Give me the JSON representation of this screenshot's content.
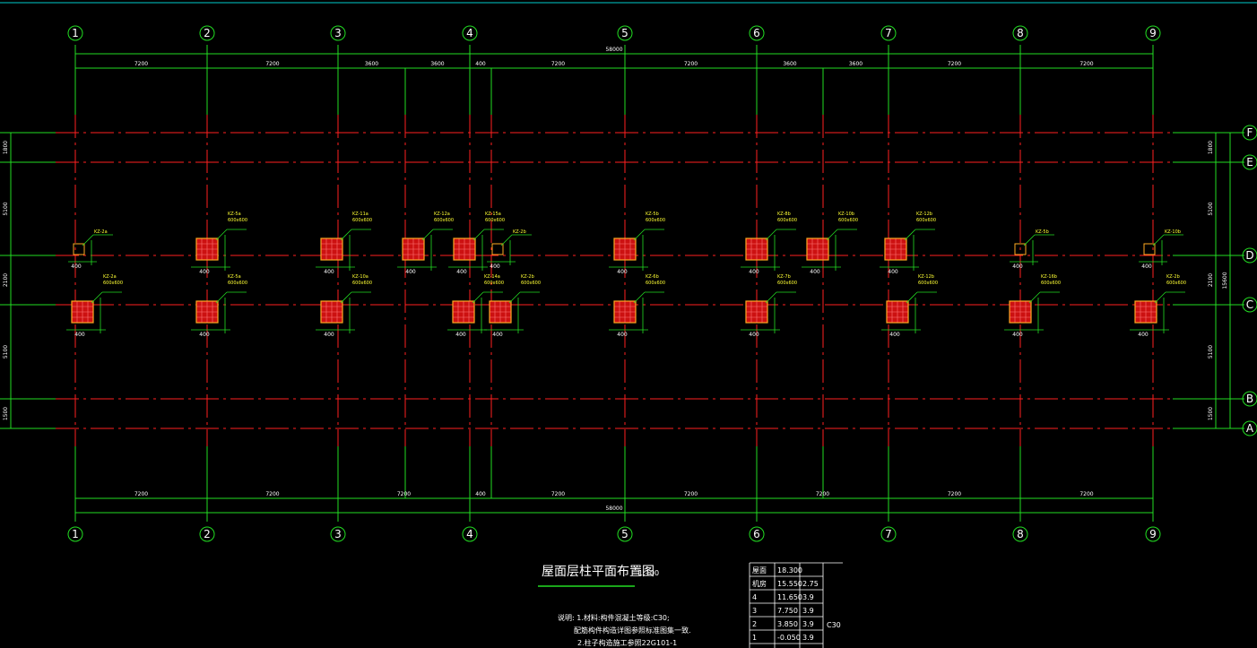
{
  "drawing": {
    "title": "屋面层柱平面布置图",
    "scale": "1:100",
    "notes": [
      "说明: 1.材料:构件混凝土等级:C30;",
      "配筋构件构造详图参照标准图集一致.",
      "2.柱子构造施工参照22G101-1"
    ]
  },
  "axes": {
    "columns": [
      "1",
      "2",
      "3",
      "4",
      "5",
      "6",
      "7",
      "8",
      "9"
    ],
    "rows": [
      "F",
      "E",
      "D",
      "C",
      "B",
      "A"
    ],
    "top_dims": [
      "7200",
      "7200",
      "3600",
      "3600",
      "400",
      "7200",
      "7200",
      "3600",
      "3600",
      "7200",
      "7200"
    ],
    "top_total": "58000",
    "bottom_dims": [
      "7200",
      "7200",
      "7200",
      "400",
      "7200",
      "7200",
      "7200",
      "7200",
      "7200"
    ],
    "bottom_total": "58000",
    "left_dims": [
      "1800",
      "5100",
      "2100",
      "5100",
      "1500"
    ],
    "right_dims": [
      "1800",
      "5100",
      "2100",
      "5100",
      "1500"
    ],
    "right_total": "15600"
  },
  "columns_d": [
    {
      "label": "KZ-2a",
      "spec": "",
      "small": true
    },
    {
      "label": "KZ-5a",
      "spec": "600x600",
      "small": false
    },
    {
      "label": "KZ-11a",
      "spec": "600x600",
      "small": false
    },
    {
      "label": "KZ-12a",
      "spec": "600x600",
      "small": false
    },
    {
      "label": "KZ-15a",
      "spec": "600x600",
      "small": false
    },
    {
      "label": "KZ-2b",
      "spec": "",
      "small": true
    },
    {
      "label": "KZ-5b",
      "spec": "600x600",
      "small": false
    },
    {
      "label": "KZ-8b",
      "spec": "600x600",
      "small": false
    },
    {
      "label": "KZ-10b",
      "spec": "600x600",
      "small": false
    },
    {
      "label": "KZ-12b",
      "spec": "600x600",
      "small": false
    },
    {
      "label": "KZ-5b",
      "spec": "",
      "small": true
    },
    {
      "label": "KZ-10b",
      "spec": "",
      "small": true
    }
  ],
  "columns_c": [
    {
      "label": "KZ-2a",
      "spec": "600x600"
    },
    {
      "label": "KZ-5a",
      "spec": "600x600"
    },
    {
      "label": "KZ-10a",
      "spec": "600x600"
    },
    {
      "label": "KZ-14a",
      "spec": "600x600"
    },
    {
      "label": "KZ-2b",
      "spec": "600x600"
    },
    {
      "label": "KZ-6b",
      "spec": "600x600"
    },
    {
      "label": "KZ-7b",
      "spec": "600x600"
    },
    {
      "label": "KZ-12b",
      "spec": "600x600"
    },
    {
      "label": "KZ-16b",
      "spec": "600x600"
    },
    {
      "label": "KZ-2b",
      "spec": "600x600"
    }
  ],
  "elevation_table": {
    "rows": [
      [
        "屋面",
        "18.300",
        ""
      ],
      [
        "机房",
        "15.550",
        "2.75"
      ],
      [
        "4",
        "11.650",
        "3.9"
      ],
      [
        "3",
        "7.750",
        "3.9"
      ],
      [
        "2",
        "3.850",
        "3.9"
      ],
      [
        "1",
        "-0.050",
        "3.9"
      ]
    ],
    "concrete": "C30"
  },
  "colors": {
    "grid": "#ff2020",
    "dimension": "#22dd22",
    "column_outline": "#ffaa22",
    "column_fill": "#cc1111",
    "label": "#ffff33",
    "text": "#ffffff",
    "frame": "#00cccc"
  }
}
